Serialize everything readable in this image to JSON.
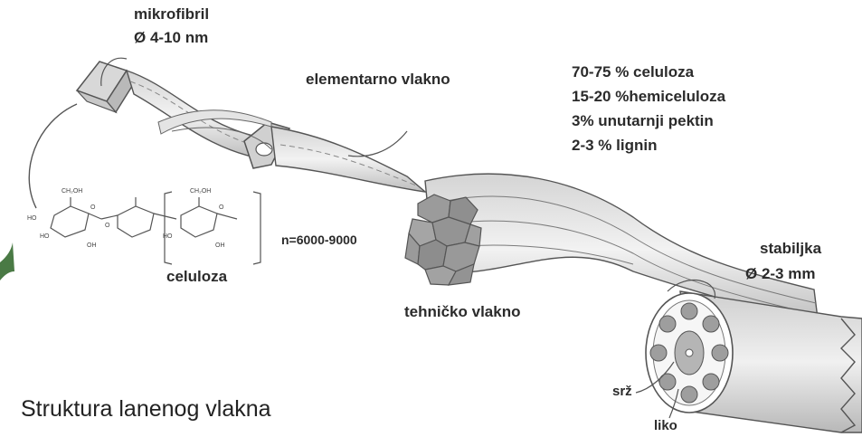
{
  "labels": {
    "mikrofibril": "mikrofibril",
    "mikrofibril_size": "Ø 4-10 nm",
    "elementarno_vlakno": "elementarno vlakno",
    "celuloza": "celuloza",
    "degree": "n=6000-9000",
    "tehnicko_vlakno": "tehničko vlakno",
    "stabiljka": "stabiljka",
    "stabiljka_size": "Ø 2-3 mm",
    "srz": "srž",
    "liko": "liko"
  },
  "composition": [
    "70-75 % celuloza",
    "15-20 %hemiceluloza",
    "3% unutarnji pektin",
    "2-3 % lignin"
  ],
  "chemical": {
    "ch2oh_1": "CH₂OH",
    "ch2oh_2": "CH₂OH",
    "ho_1": "HO",
    "ho_2": "HO",
    "ho_3": "HO",
    "oh_1": "OH",
    "oh_2": "OH",
    "o_1": "O",
    "o_2": "O",
    "o_3": "O"
  },
  "caption": "Struktura lanenog vlakna",
  "colors": {
    "ink": "#2b2b2b",
    "fiber_light": "#e9e9e9",
    "fiber_mid": "#cfcfcf",
    "fiber_dark": "#9a9a9a",
    "accent_green": "#4a7a45"
  }
}
